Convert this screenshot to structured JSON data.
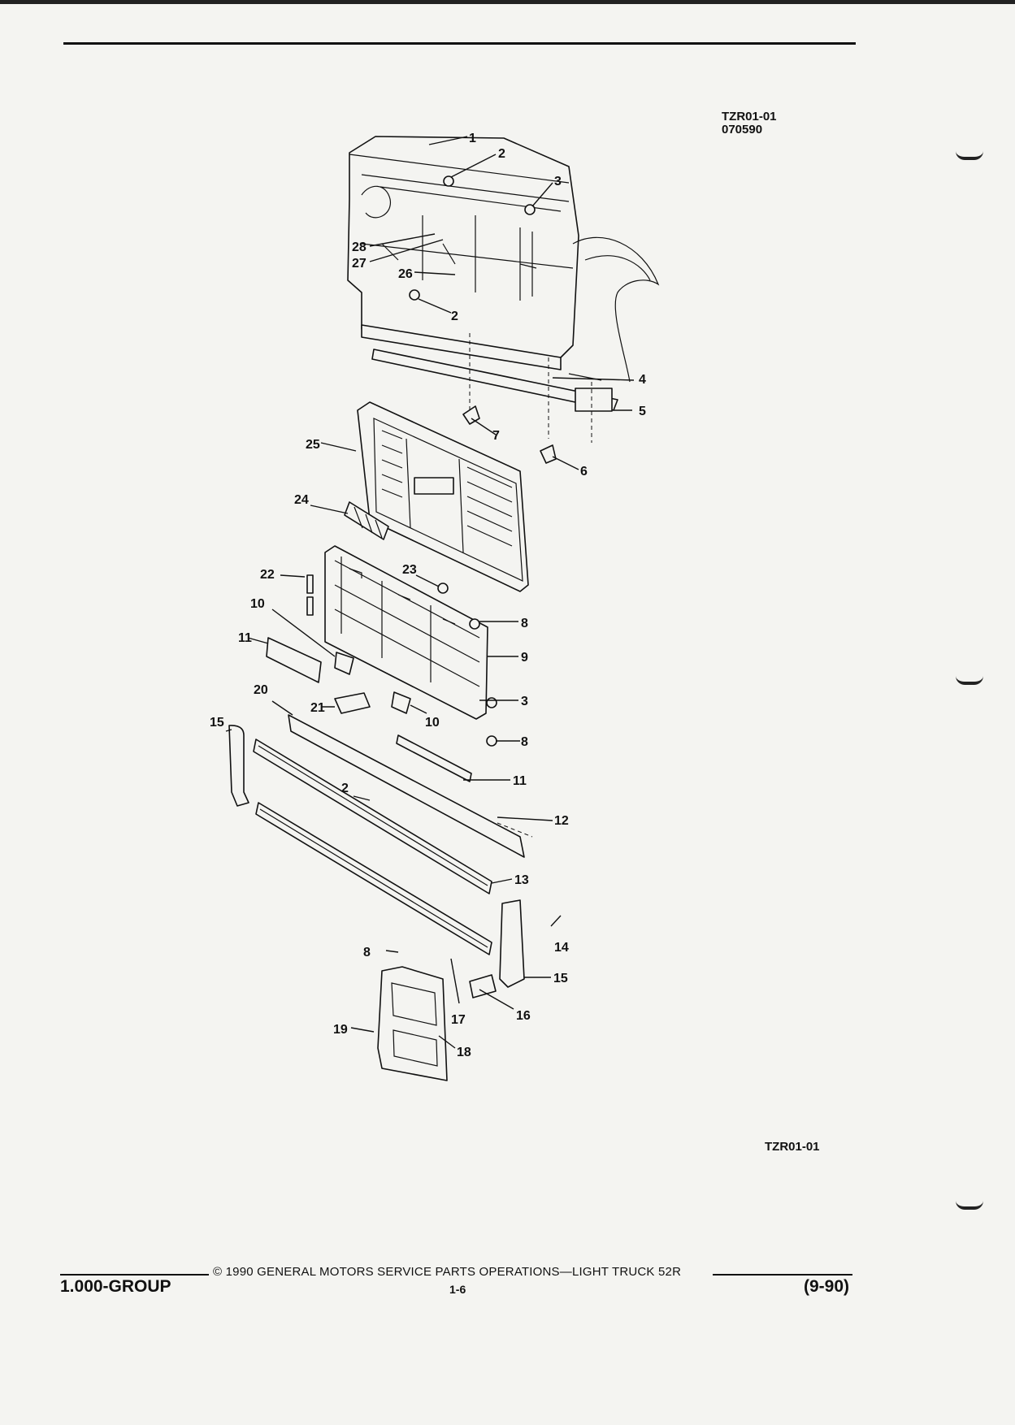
{
  "header": {
    "ref_code_1": "TZR01-01",
    "ref_code_2": "070590"
  },
  "diagram": {
    "callouts": [
      "1",
      "2",
      "3",
      "28",
      "27",
      "26",
      "2",
      "4",
      "5",
      "7",
      "6",
      "25",
      "24",
      "23",
      "22",
      "10",
      "11",
      "8",
      "9",
      "21",
      "10",
      "3",
      "20",
      "15",
      "8",
      "11",
      "2",
      "12",
      "13",
      "14",
      "8",
      "15",
      "16",
      "17",
      "18",
      "19"
    ]
  },
  "figure_ref": "TZR01-01",
  "footer": {
    "copyright": "© 1990 GENERAL MOTORS SERVICE PARTS OPERATIONS—LIGHT TRUCK 52R",
    "group": "1.000-GROUP",
    "page": "1-6",
    "date": "(9-90)"
  }
}
